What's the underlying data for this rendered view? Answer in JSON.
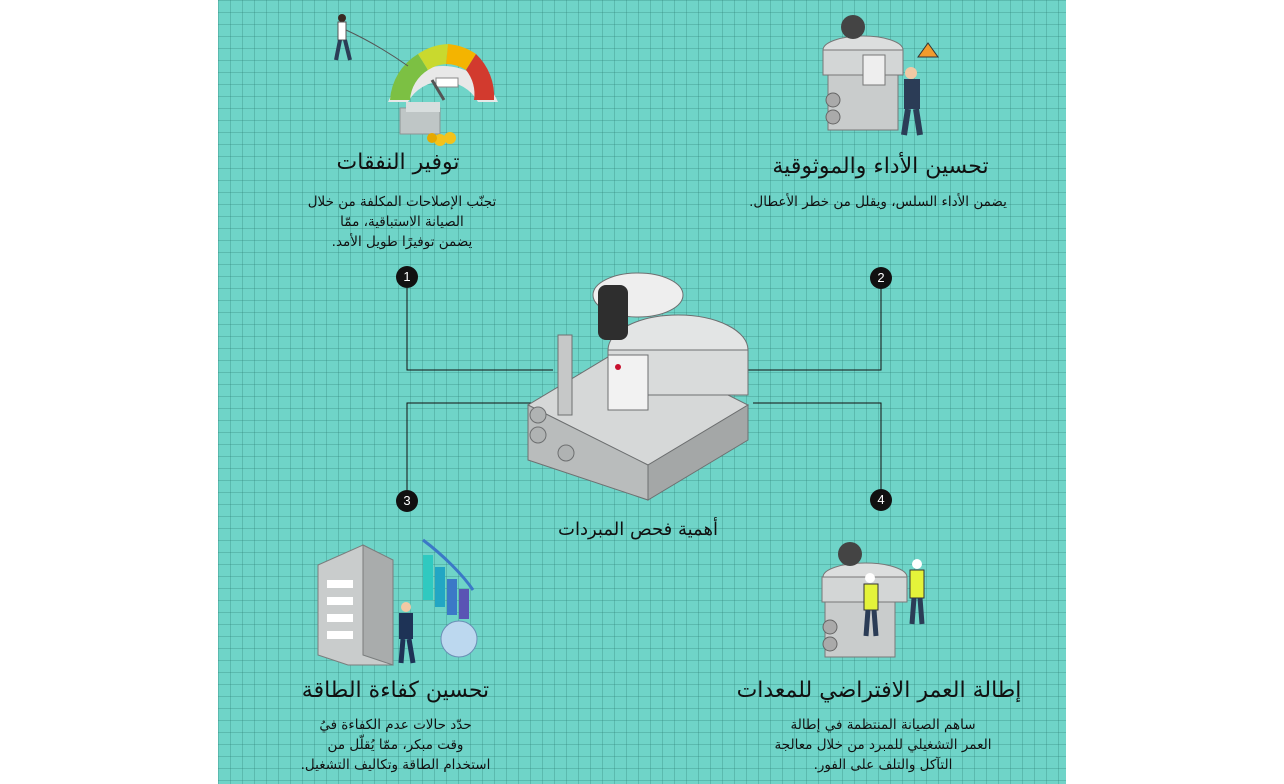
{
  "colors": {
    "panel_bg": "#6fd4c8",
    "grid": "#2a7a70",
    "badge": "#111111",
    "text": "#111111"
  },
  "center_label": "أهمية فحص المبردات",
  "items": [
    {
      "number": "1",
      "title": "توفير النفقات",
      "lines": [
        "تجنّب الإصلاحات المكلفة من خلال",
        "الصيانة الاستباقية، ممّا",
        "يضمن توفيرًا طويل الأمد."
      ],
      "illustration": "cost-gauge-icon"
    },
    {
      "number": "2",
      "title": "تحسين الأداء والموثوقية",
      "lines": [
        "يضمن الأداء السلس، ويقلل من خطر الأعطال."
      ],
      "illustration": "chiller-technician-icon"
    },
    {
      "number": "3",
      "title": "تحسين كفاءة الطاقة",
      "lines": [
        "حدّد حالات عدم الكفاءة فيُ",
        "وقت مبكر، ممّا يُقلّل من",
        "استخدام الطاقة وتكاليف التشغيل."
      ],
      "illustration": "building-energy-icon"
    },
    {
      "number": "4",
      "title": "إطالة العمر الافتراضي للمعدات",
      "lines": [
        "ساهم الصيانة المنتظمة في إطالة",
        "العمر التشغيلي للمبرد من خلال معالجة",
        "التآكل والتلف على الفور."
      ],
      "illustration": "maintenance-workers-icon"
    }
  ]
}
